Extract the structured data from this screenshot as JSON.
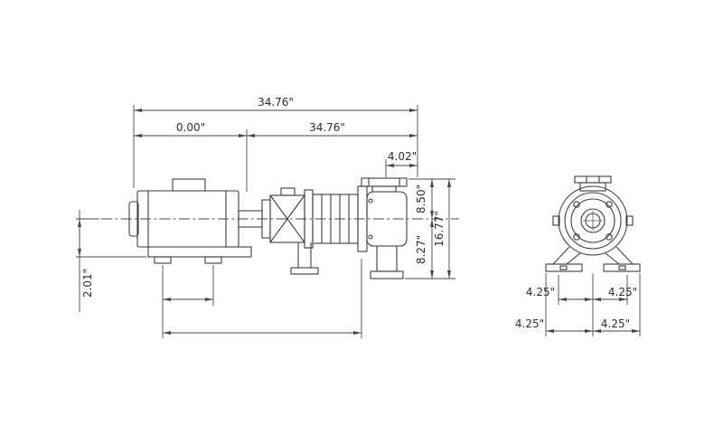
{
  "drawing": {
    "background_color": "#ffffff",
    "line_color": "#3d3d3d",
    "dimension_text_color": "#2d2d2d"
  },
  "side": {
    "dims": {
      "overall": "34.76\"",
      "seg_left": "0.00\"",
      "seg_right": "34.76\"",
      "offset": "4.02\"",
      "top_half": "8.50\"",
      "total_height": "16.77\"",
      "bottom_half": "8.27\"",
      "base": "2.01\""
    }
  },
  "front": {
    "dims": {
      "row1_left": "4.25\"",
      "row1_right": "4.25\"",
      "row2_left": "4.25\"",
      "row2_right": "4.25\""
    }
  }
}
